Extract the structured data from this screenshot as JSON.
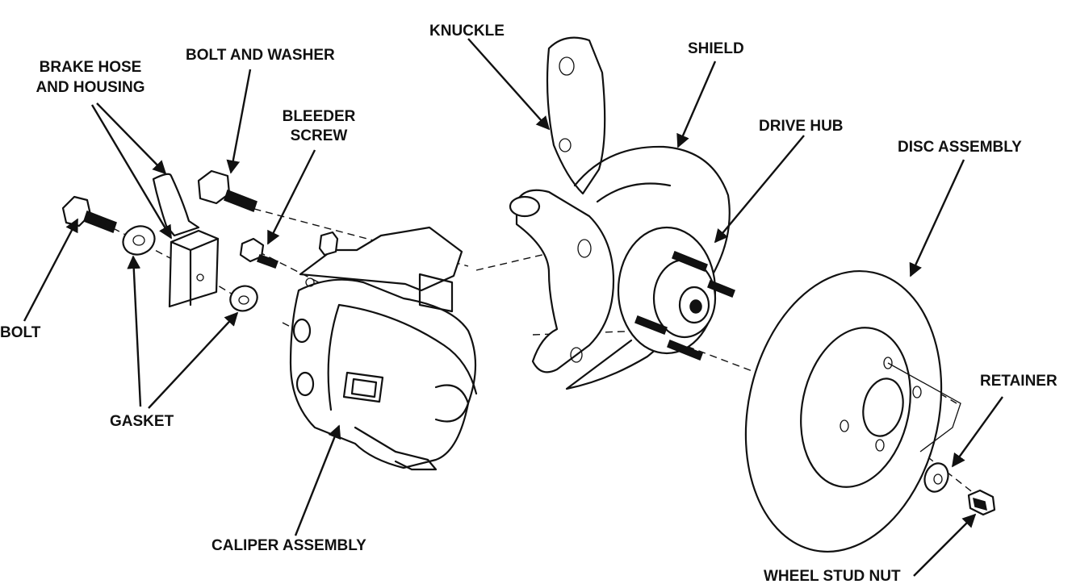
{
  "labels": {
    "brake_hose_line1": "BRAKE HOSE",
    "brake_hose_line2": "AND HOUSING",
    "bolt_and_washer": "BOLT AND WASHER",
    "bleeder_line1": "BLEEDER",
    "bleeder_line2": "SCREW",
    "knuckle": "KNUCKLE",
    "shield": "SHIELD",
    "drive_hub": "DRIVE HUB",
    "disc_assembly": "DISC ASSEMBLY",
    "bolt": "BOLT",
    "gasket": "GASKET",
    "retainer": "RETAINER",
    "caliper_assembly": "CALIPER ASSEMBLY",
    "wheel_stud_nut": "WHEEL STUD NUT"
  }
}
